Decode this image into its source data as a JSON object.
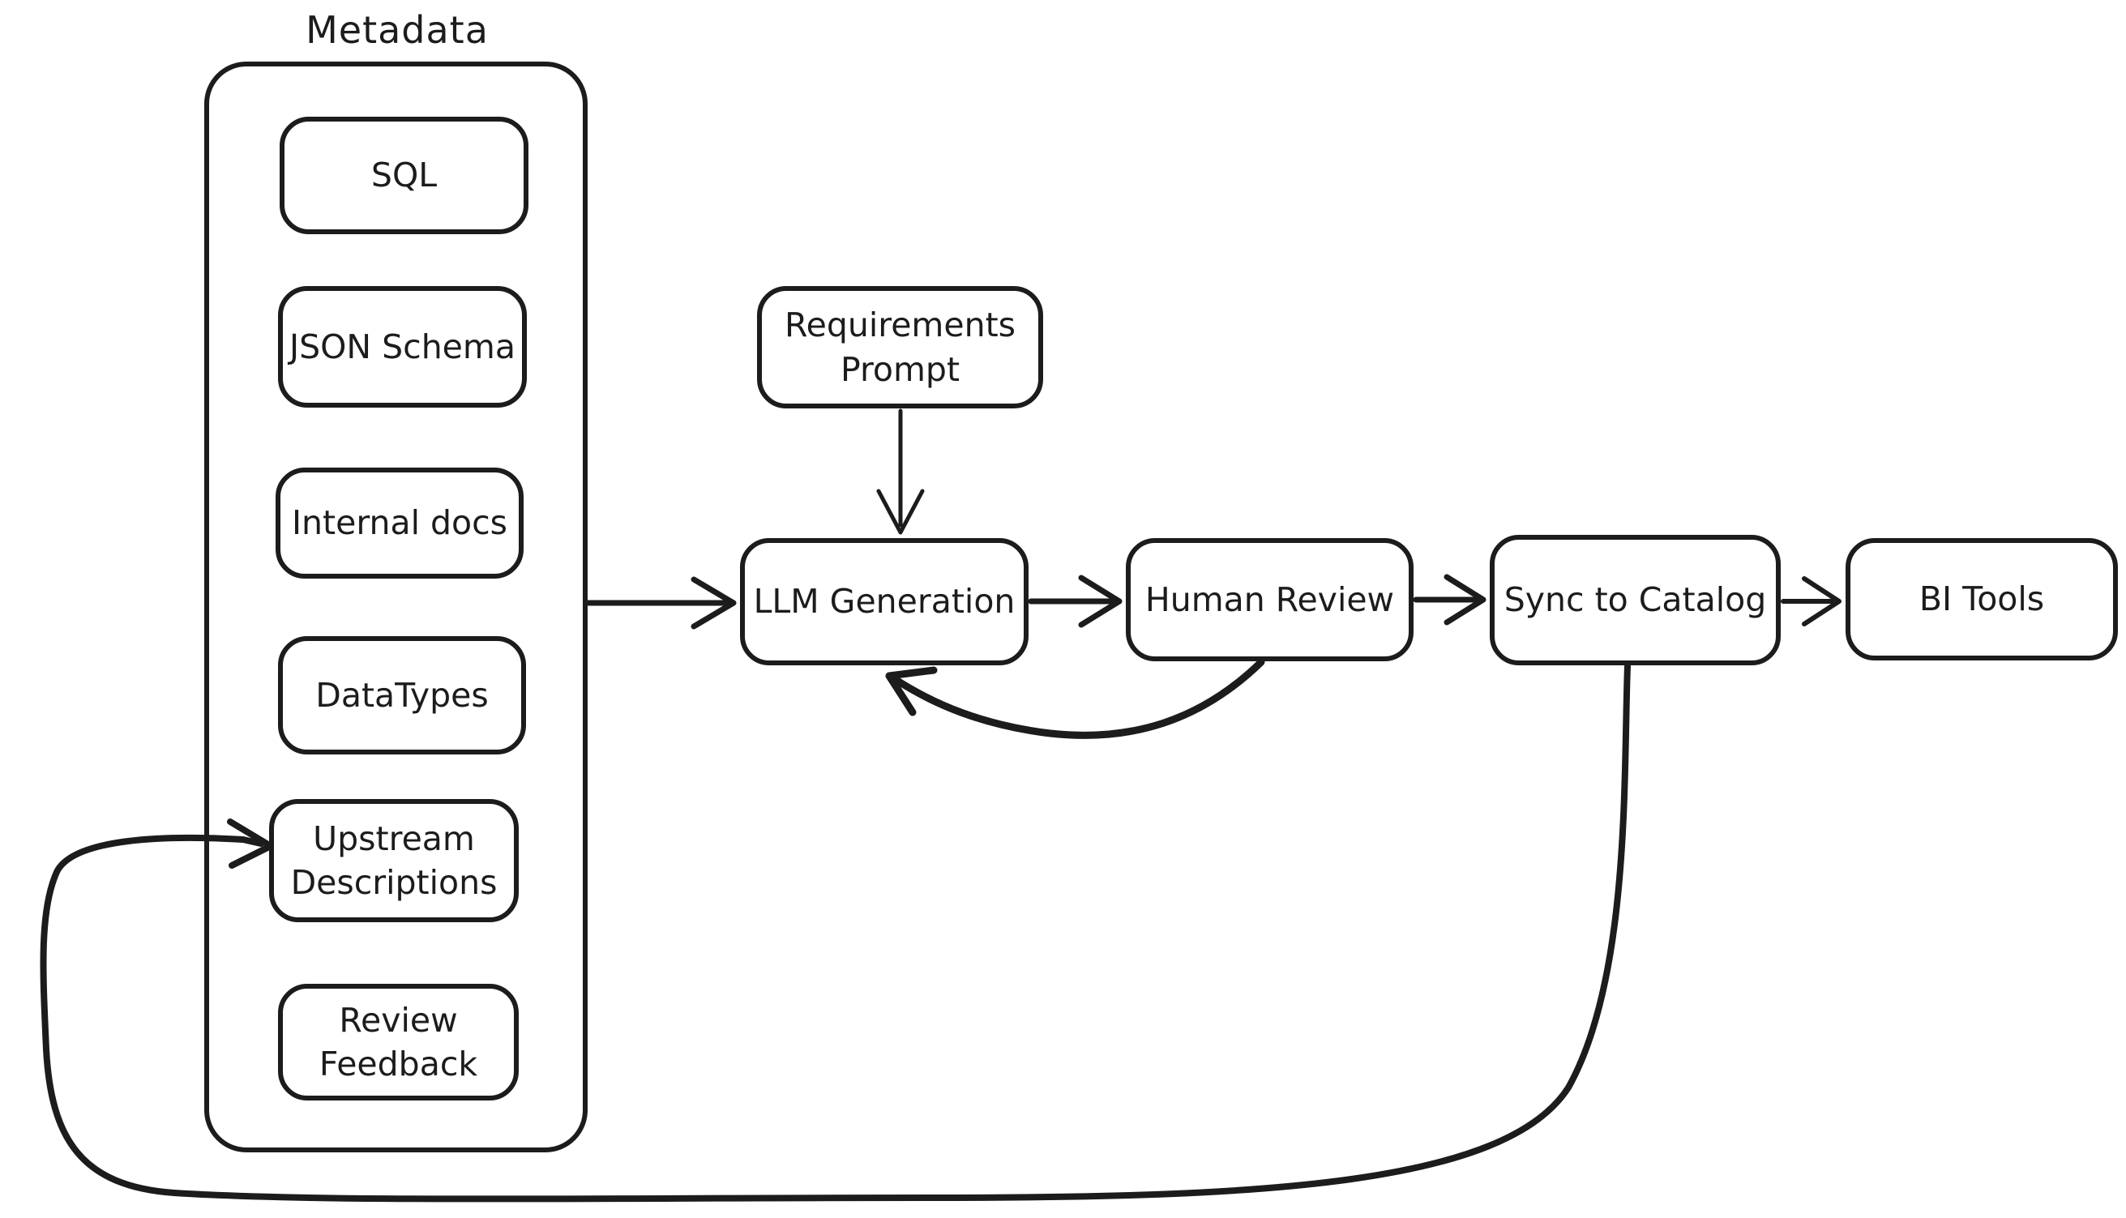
{
  "canvas": {
    "background_color": "#ffffff",
    "stroke_color": "#1c1c1c",
    "style": "hand-drawn flowchart"
  },
  "group": {
    "title": "Metadata"
  },
  "nodes": {
    "sql": {
      "label": "SQL"
    },
    "json_schema": {
      "label": "JSON Schema"
    },
    "internal_docs": {
      "label": "Internal docs"
    },
    "datatypes": {
      "label": "DataTypes"
    },
    "upstream_descriptions": {
      "label": "Upstream\nDescriptions"
    },
    "review_feedback": {
      "label": "Review\nFeedback"
    },
    "requirements_prompt": {
      "label": "Requirements\nPrompt"
    },
    "llm_generation": {
      "label": "LLM Generation"
    },
    "human_review": {
      "label": "Human Review"
    },
    "sync_to_catalog": {
      "label": "Sync to Catalog"
    },
    "bi_tools": {
      "label": "BI Tools"
    }
  },
  "edges": [
    {
      "from": "Metadata",
      "to": "LLM Generation"
    },
    {
      "from": "Requirements Prompt",
      "to": "LLM Generation"
    },
    {
      "from": "LLM Generation",
      "to": "Human Review"
    },
    {
      "from": "Human Review",
      "to": "LLM Generation",
      "note": "feedback loop"
    },
    {
      "from": "Human Review",
      "to": "Sync to Catalog"
    },
    {
      "from": "Sync to Catalog",
      "to": "BI Tools"
    },
    {
      "from": "Sync to Catalog",
      "to": "Upstream Descriptions",
      "note": "loops back around bottom of diagram"
    }
  ]
}
